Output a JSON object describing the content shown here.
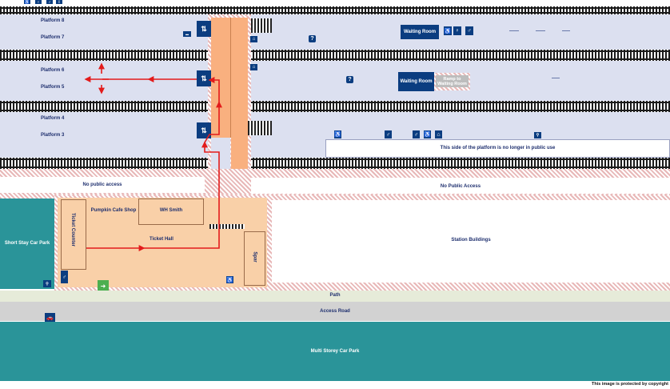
{
  "platforms": {
    "p8": "Platform 8",
    "p7": "Platform 7",
    "p6": "Platform 6",
    "p5": "Platform 5",
    "p4": "Platform 4",
    "p3": "Platform 3"
  },
  "facilities": {
    "waiting_room_1": "Waiting Room",
    "waiting_room_2": "Waiting Room",
    "ramp": "Ramp to Waiting Room",
    "closed_notice": "This side of the platform is no longer in public use",
    "no_public_access_left": "No public access",
    "no_public_access_right": "No Public Access",
    "pumpkin": "Pumpkin Cafe Shop",
    "whsmith": "WH Smith",
    "ticket_counter": "Ticket Counter",
    "ticket_hall": "Ticket Hall",
    "spar": "Spar",
    "station_buildings": "Station Buildings",
    "short_stay": "Short Stay Car Park",
    "path": "Path",
    "access_road": "Access Road",
    "multi_storey": "Multi Storey Car Park"
  },
  "footer": {
    "copyright": "This image is protected by copyright"
  },
  "icons": {
    "lift": "lift-icon",
    "info": "info-icon",
    "help": "help-point-icon",
    "toilets": "toilets-icon",
    "accessible": "accessible-icon",
    "seat": "seating-icon",
    "cycle": "cycle-parking-icon",
    "taxi": "taxi-icon",
    "exit": "exit-icon"
  },
  "colors": {
    "platform": "#dce0f0",
    "navy": "#0b3d80",
    "footbridge": "#f9b07f",
    "concourse": "#f9d0a8",
    "car_park": "#2a9499",
    "route": "#e31b1b"
  }
}
